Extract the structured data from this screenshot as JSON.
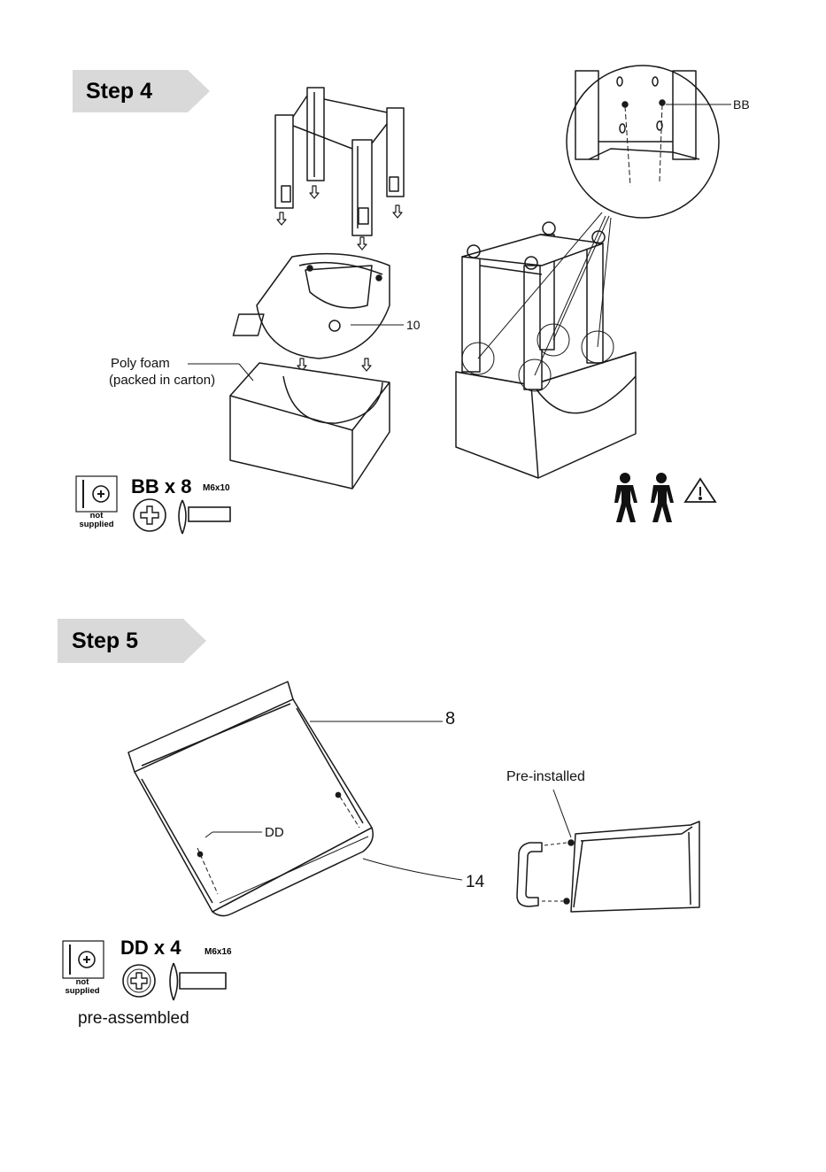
{
  "step4": {
    "title": "Step 4",
    "labels": {
      "bb": "BB",
      "part10": "10",
      "poly_foam_line1": "Poly foam",
      "poly_foam_line2": "(packed in carton)"
    },
    "hardware": {
      "tool_note_line1": "not",
      "tool_note_line2": "supplied",
      "qty": "BB x 8",
      "size": "M6x10"
    },
    "icons": [
      "two-person-icon",
      "warning-icon",
      "screwdriver-icon",
      "phillips-head-icon",
      "bolt-icon"
    ]
  },
  "step5": {
    "title": "Step 5",
    "labels": {
      "part8": "8",
      "dd": "DD",
      "part14": "14",
      "pre_installed": "Pre-installed"
    },
    "hardware": {
      "tool_note_line1": "not",
      "tool_note_line2": "supplied",
      "qty": "DD x 4",
      "size": "M6x16",
      "note": "pre-assembled"
    }
  },
  "colors": {
    "banner": "#d9d9d9",
    "line": "#1a1a1a"
  }
}
